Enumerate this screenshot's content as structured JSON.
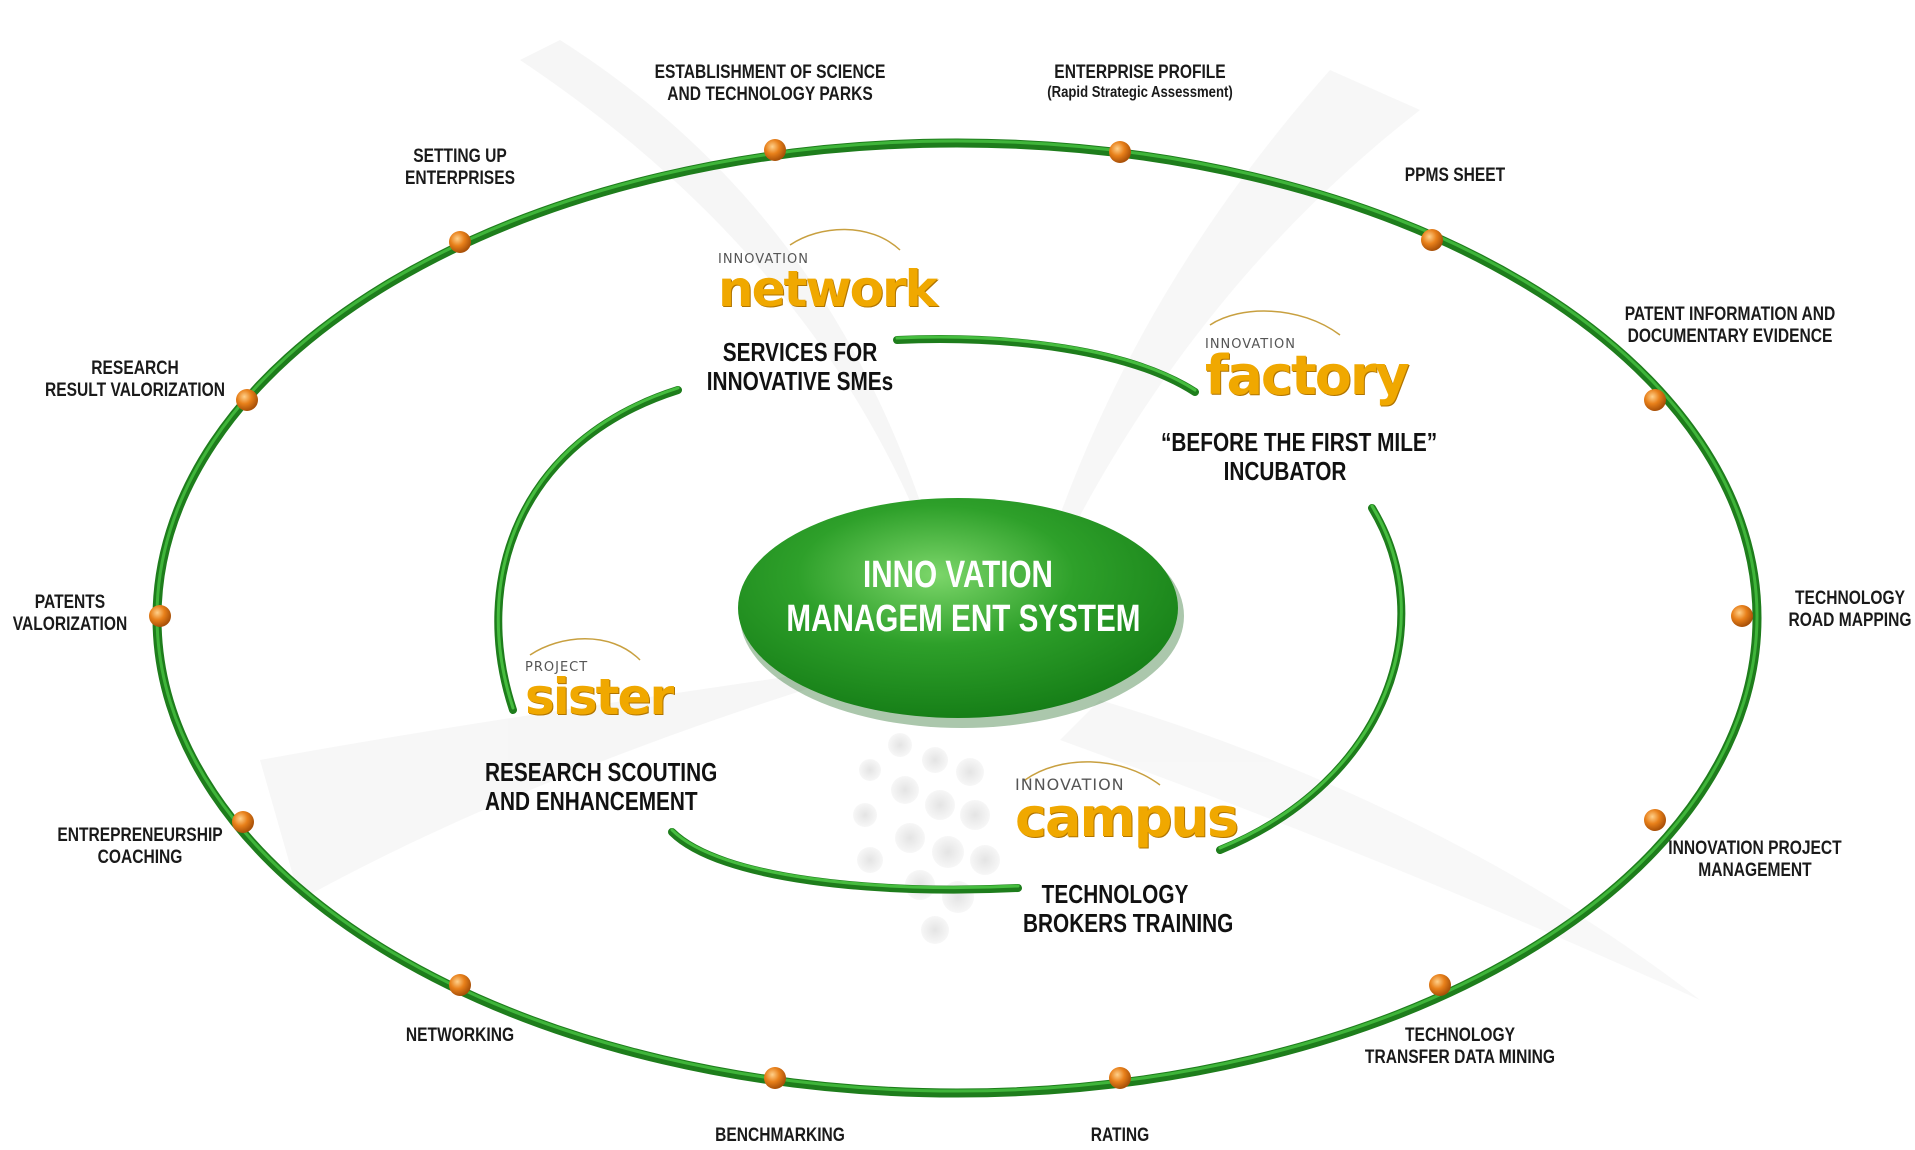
{
  "center": {
    "line1": "INNO VATION",
    "line2": "MANAGEM ENT SYSTEM"
  },
  "outer_nodes": [
    {
      "id": "establishment",
      "lines": [
        "ESTABLISHMENT OF SCIENCE",
        "AND TECHNOLOGY PARKS"
      ]
    },
    {
      "id": "enterprise-profile",
      "lines": [
        "ENTERPRISE PROFILE",
        "(Rapid Strategic Assessment)"
      ]
    },
    {
      "id": "ppms-sheet",
      "lines": [
        "PPMS SHEET"
      ]
    },
    {
      "id": "patent-information",
      "lines": [
        "PATENT INFORMATION AND",
        "DOCUMENTARY EVIDENCE"
      ]
    },
    {
      "id": "technology-road-mapping",
      "lines": [
        "TECHNOLOGY",
        "ROAD MAPPING"
      ]
    },
    {
      "id": "innovation-project-management",
      "lines": [
        "INNOVATION PROJECT",
        "MANAGEMENT"
      ]
    },
    {
      "id": "technology-transfer-data-mining",
      "lines": [
        "TECHNOLOGY",
        "TRANSFER DATA MINING"
      ]
    },
    {
      "id": "rating",
      "lines": [
        "RATING"
      ]
    },
    {
      "id": "benchmarking",
      "lines": [
        "BENCHMARKING"
      ]
    },
    {
      "id": "networking",
      "lines": [
        "NETWORKING"
      ]
    },
    {
      "id": "entrepreneurship-coaching",
      "lines": [
        "ENTREPRENEURSHIP",
        "COACHING"
      ]
    },
    {
      "id": "patents-valorization",
      "lines": [
        "PATENTS",
        "VALORIZATION"
      ]
    },
    {
      "id": "research-result-valorization",
      "lines": [
        "RESEARCH",
        "RESULT VALORIZATION"
      ]
    },
    {
      "id": "setting-up-enterprises",
      "lines": [
        "SETTING UP",
        "ENTERPRISES"
      ]
    }
  ],
  "modules": [
    {
      "id": "network",
      "logo_pre": "INNOVATION",
      "logo_word": "network",
      "lines": [
        "SERVICES FOR",
        "INNOVATIVE SMEs"
      ]
    },
    {
      "id": "factory",
      "logo_pre": "INNOVATION",
      "logo_word": "factory",
      "lines": [
        "“BEFORE THE FIRST MILE”",
        "INCUBATOR"
      ]
    },
    {
      "id": "sister",
      "logo_pre": "PROJECT",
      "logo_word": "sister",
      "lines": [
        "RESEARCH SCOUTING",
        "AND ENHANCEMENT"
      ]
    },
    {
      "id": "campus",
      "logo_pre": "INNOVATION",
      "logo_word": "campus",
      "lines": [
        "TECHNOLOGY",
        "BROKERS TRAINING"
      ]
    }
  ],
  "colors": {
    "ring_green": "#2f9a2a",
    "center_green": "#2ea02a",
    "node_orange": "#e8801a",
    "logo_yellow": "#f0a800"
  }
}
